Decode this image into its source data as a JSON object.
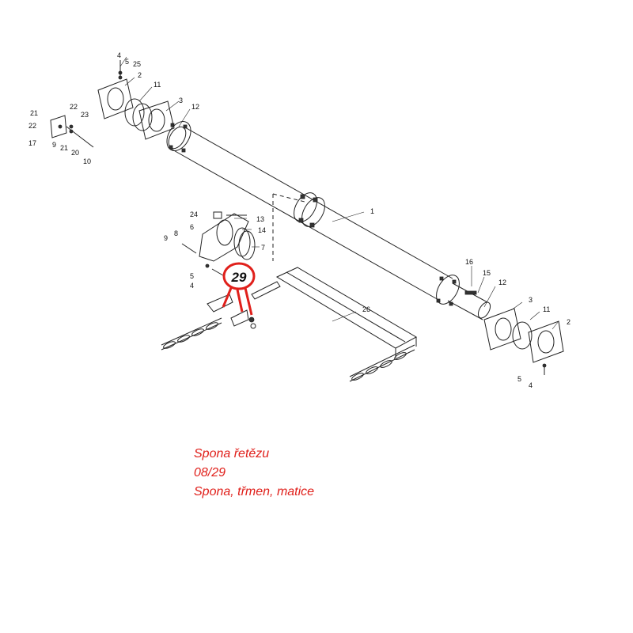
{
  "diagram": {
    "part_labels": [
      "1",
      "2",
      "3",
      "4",
      "5",
      "6",
      "7",
      "8",
      "9",
      "10",
      "11",
      "12",
      "13",
      "14",
      "15",
      "16",
      "17",
      "20",
      "21",
      "22",
      "23",
      "24",
      "25",
      "26"
    ],
    "highlight": {
      "label": "29",
      "color": "#e0201b"
    }
  },
  "caption": {
    "line1": "Spona řetězu",
    "line2": "08/29",
    "line3": "Spona, třmen, matice",
    "color": "#e0201b"
  }
}
